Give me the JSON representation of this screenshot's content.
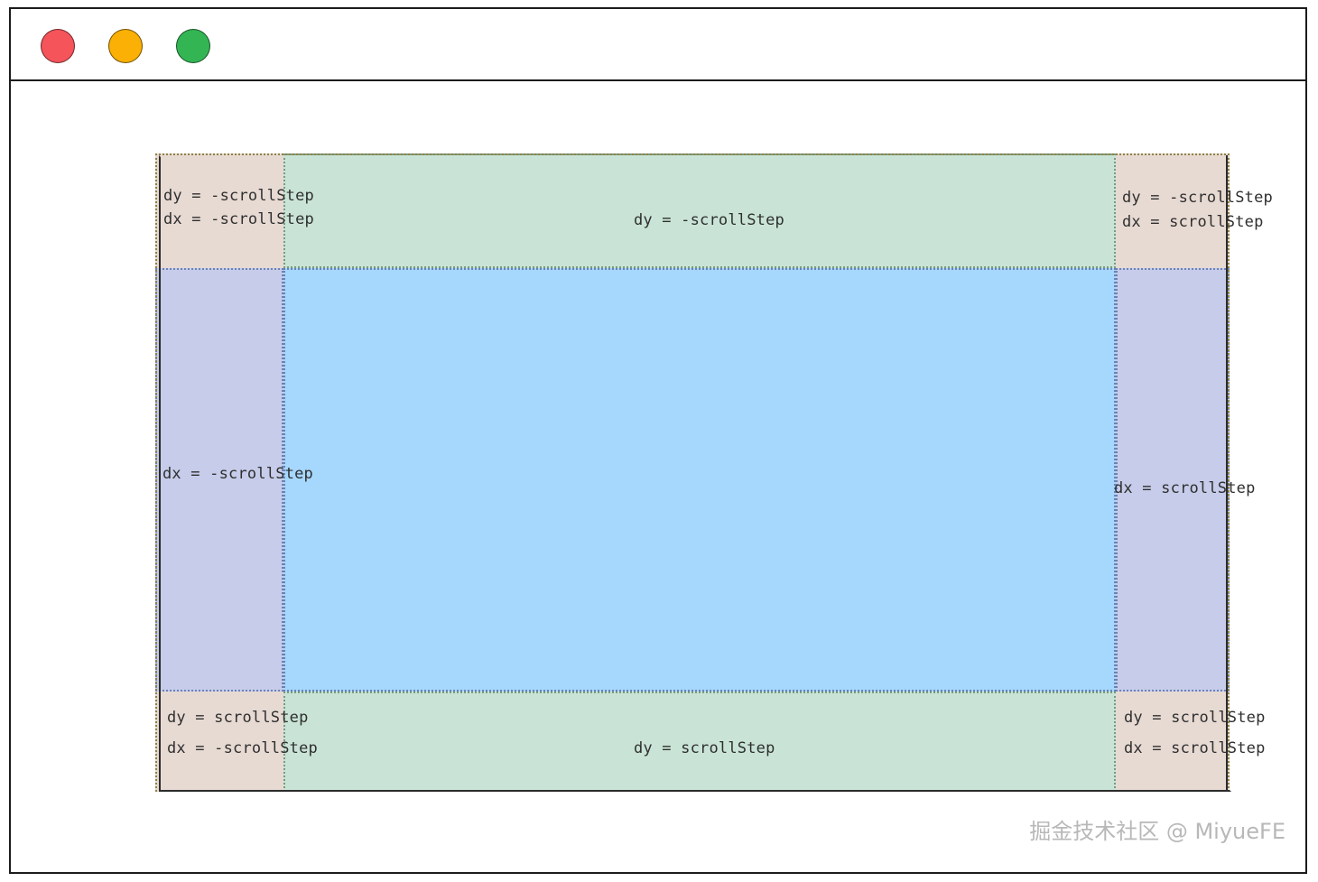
{
  "window": {
    "traffic_lights": [
      {
        "name": "close",
        "color": "#f4545a"
      },
      {
        "name": "minimize",
        "color": "#fab005"
      },
      {
        "name": "maximize",
        "color": "#34b554"
      }
    ]
  },
  "diagram": {
    "title": "scroll-zone-map",
    "colors": {
      "corner": "#e7dad3",
      "edge_vertical": "#c6cce9",
      "edge_horizontal": "#c9e4d6",
      "center": "#a6d7fd",
      "outer_border": "#8d8144",
      "inner_border": "#6b82b8",
      "solid_border": "#2b2b2b"
    },
    "zones": [
      {
        "id": "top-left",
        "lines": [
          "dy = -scrollStep",
          "dx = -scrollStep"
        ]
      },
      {
        "id": "top-center",
        "lines": [
          "dy = -scrollStep"
        ]
      },
      {
        "id": "top-right",
        "lines": [
          "dy = -scrollStep",
          "dx = scrollStep"
        ]
      },
      {
        "id": "middle-left",
        "lines": [
          "dx = -scrollStep"
        ]
      },
      {
        "id": "middle-center",
        "lines": []
      },
      {
        "id": "middle-right",
        "lines": [
          "dx = scrollStep"
        ]
      },
      {
        "id": "bottom-left",
        "lines": [
          "dy = scrollStep",
          "dx = -scrollStep"
        ]
      },
      {
        "id": "bottom-center",
        "lines": [
          "dy = scrollStep"
        ]
      },
      {
        "id": "bottom-right",
        "lines": [
          "dy = scrollStep",
          "dx = scrollStep"
        ]
      }
    ],
    "labels": {
      "top_left_line1": "dy = -scrollStep",
      "top_left_line2": "dx = -scrollStep",
      "top_center": "dy = -scrollStep",
      "top_right_line1": "dy = -scrollStep",
      "top_right_line2": "dx = scrollStep",
      "middle_left": "dx = -scrollStep",
      "middle_right": "dx = scrollStep",
      "bottom_left_line1": "dy = scrollStep",
      "bottom_left_line2": "dx = -scrollStep",
      "bottom_center": "dy = scrollStep",
      "bottom_right_line1": "dy = scrollStep",
      "bottom_right_line2": "dx = scrollStep"
    }
  },
  "watermark": {
    "text": "掘金技术社区 @ MiyueFE"
  }
}
